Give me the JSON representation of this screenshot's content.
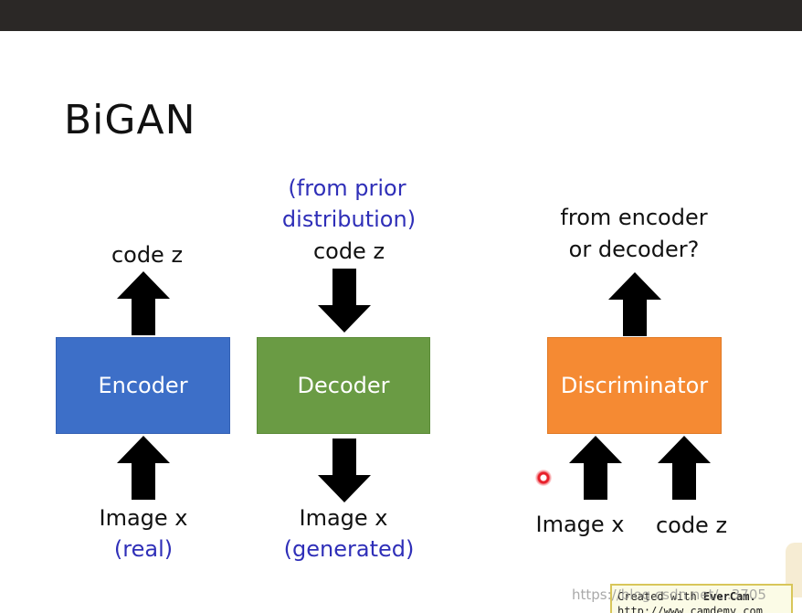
{
  "title": "BiGAN",
  "encoder": {
    "label": "Encoder",
    "output_label": "code z",
    "input_label": "Image x",
    "input_note": "(real)"
  },
  "decoder": {
    "label": "Decoder",
    "prior_note_line1": "(from prior",
    "prior_note_line2": "distribution)",
    "input_label": "code z",
    "output_label": "Image x",
    "output_note": "(generated)"
  },
  "discriminator": {
    "label": "Discriminator",
    "question_line1": "from encoder",
    "question_line2": "or decoder?",
    "input_image_label": "Image x",
    "input_code_label": "code z"
  },
  "watermark": {
    "line1_prefix": "Created with ",
    "line1_brand": "EverCam.",
    "line2": "http://www.camdemy.com",
    "overlay_url": "https://blog.csdn.net/...3705"
  },
  "colors": {
    "encoder": "#3d6fc8",
    "decoder": "#6a9b44",
    "discriminator": "#f58a33",
    "note_text": "#2f2fb8"
  }
}
